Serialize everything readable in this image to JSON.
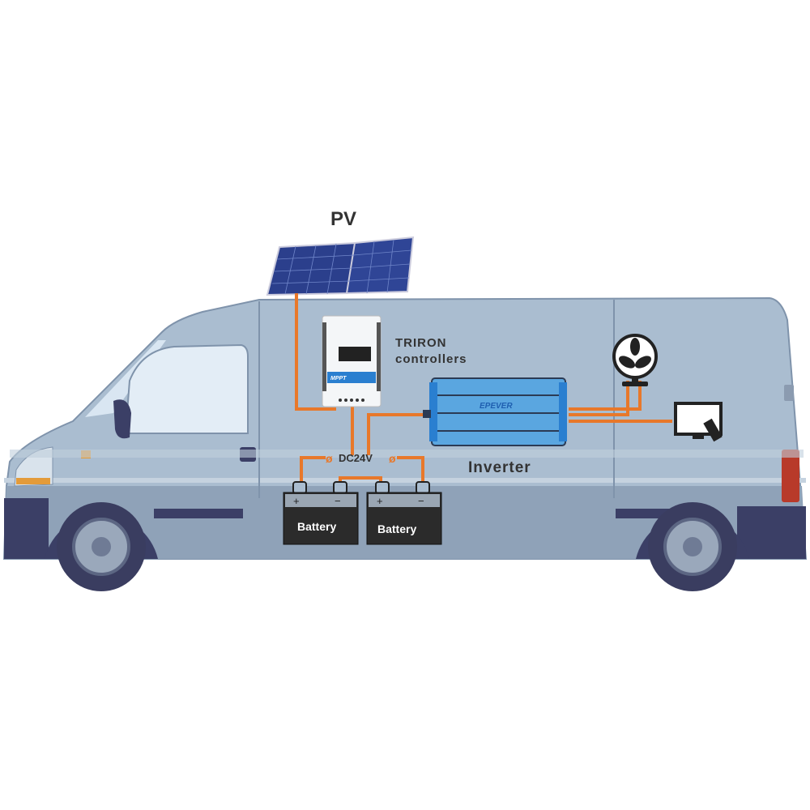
{
  "labels": {
    "pv": "PV",
    "controller_line1": "TRIRON",
    "controller_line2": "controllers",
    "inverter": "Inverter",
    "dc_voltage": "DC24V",
    "battery_1": "Battery",
    "battery_2": "Battery",
    "plus": "+",
    "minus": "−",
    "inverter_brand": "EPEVER",
    "controller_badge": "MPPT"
  },
  "colors": {
    "wire": "#e8782a",
    "van_body": "#aabdd0",
    "van_lower": "#8fa2b8",
    "van_trim": "#3b3f66",
    "inverter": "#3b8fd0",
    "battery": "#2b2b2b",
    "solar": "#2b3f8c"
  }
}
